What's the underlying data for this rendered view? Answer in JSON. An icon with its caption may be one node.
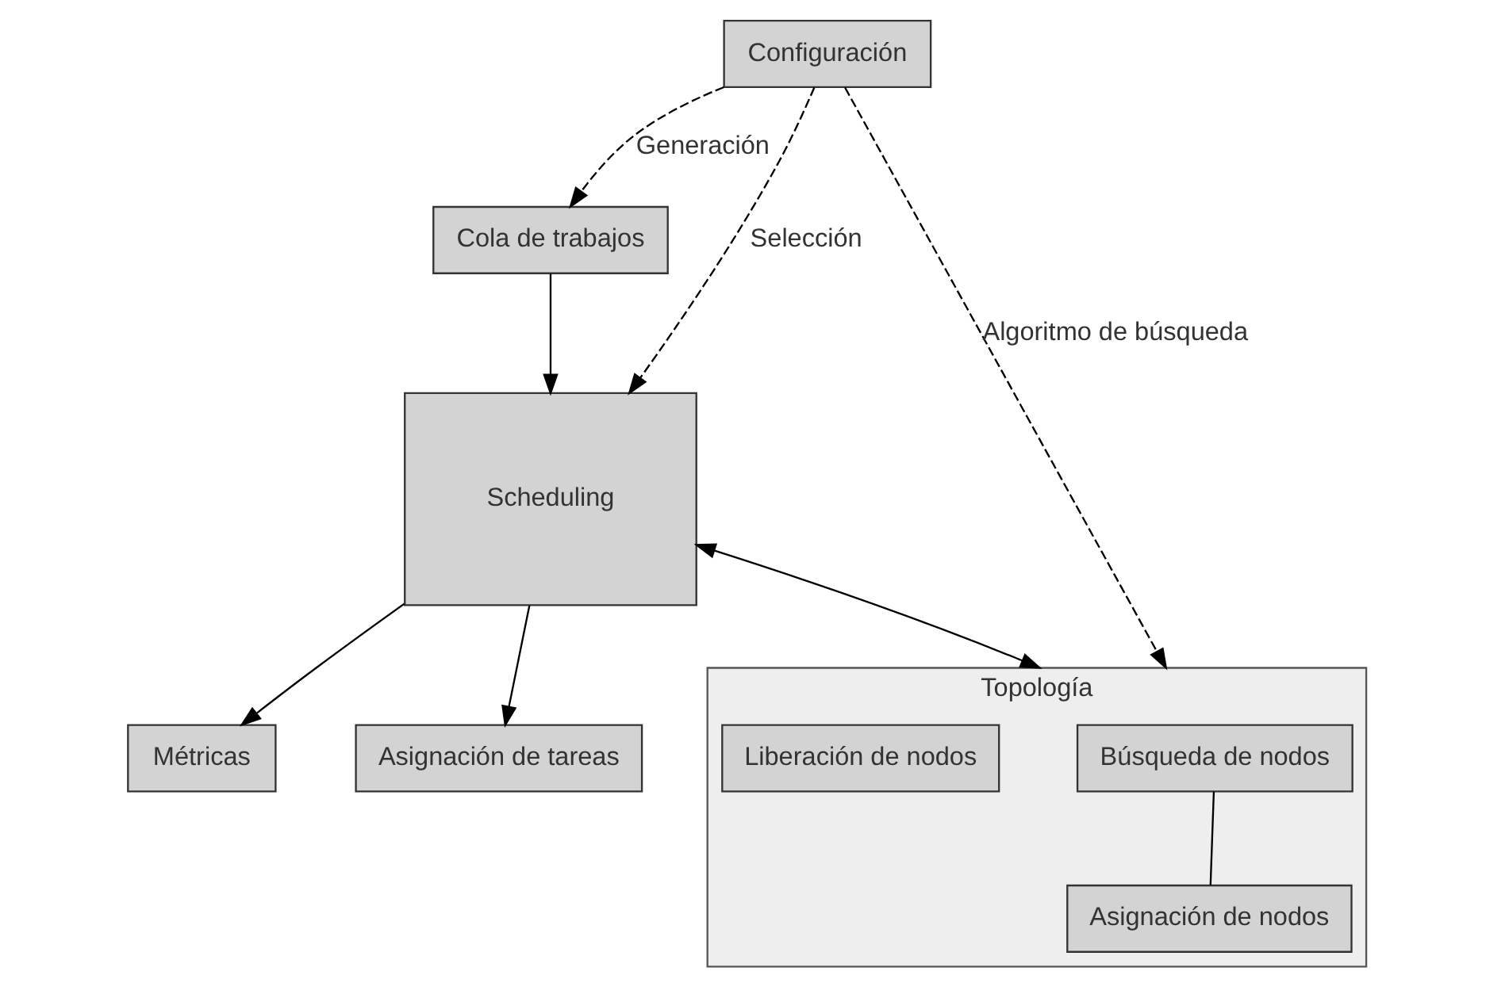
{
  "diagram": {
    "nodes": [
      {
        "text": [
          "Configuración"
        ]
      },
      {
        "text": [
          "Cola de trabajos"
        ]
      },
      {
        "text": [
          "Scheduling"
        ]
      },
      {
        "text": [
          "Topología"
        ]
      },
      {
        "text": [
          "Búsqueda de nodos"
        ],
        "in": 3
      },
      {
        "text": [
          "Asignación de nodos"
        ],
        "in": 3
      },
      {
        "text": [
          "Liberación de nodos"
        ],
        "in": 3
      },
      {
        "text": [
          "Métricas"
        ]
      },
      {
        "text": [
          "Asignación de tareas"
        ]
      }
    ],
    "edges": [
      {
        "from": 0,
        "to": 1,
        "arrow": "to",
        "label": "Generación",
        "style": "dashed"
      },
      {
        "from": 0,
        "to": 3,
        "arrow": "to",
        "label": "Algoritmo de búsqueda",
        "style": "dashed"
      },
      {
        "from": 0,
        "to": 2,
        "arrow": "to",
        "label": "Selección",
        "style": "dashed"
      },
      {
        "from": 1,
        "to": 2,
        "arrow": "to"
      },
      {
        "from": 2,
        "to": 3,
        "arrow": "both"
      },
      {
        "from": 4,
        "to": 5,
        "arrow": "none"
      },
      {
        "from": 2,
        "to": 7,
        "arrow": "to"
      },
      {
        "from": 2,
        "to": 8,
        "arrow": "to"
      }
    ]
  }
}
